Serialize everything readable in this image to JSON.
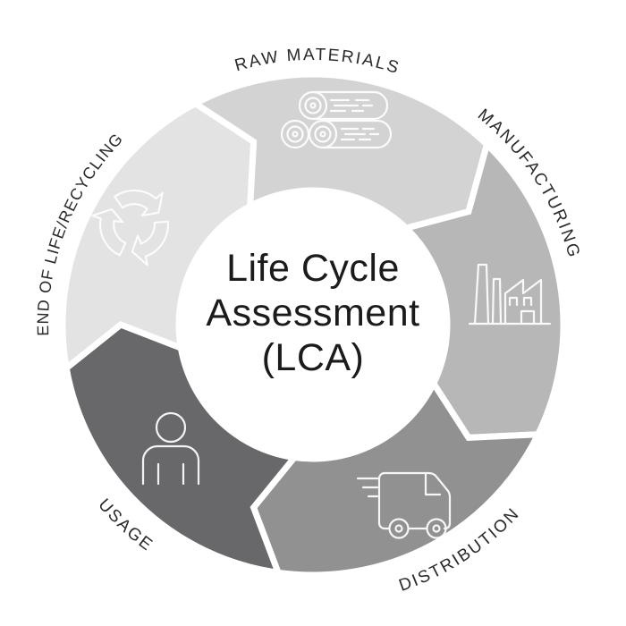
{
  "title": {
    "line1": "Life Cycle",
    "line2": "Assessment",
    "line3": "(LCA)"
  },
  "diagram": {
    "type": "cycle",
    "direction": "clockwise",
    "background_color": "#ffffff",
    "text_color": "#1b1b1b",
    "label_color": "#2a2a2a",
    "icon_color": "#ffffff",
    "stages": [
      {
        "label": "RAW MATERIALS",
        "icon": "logs-icon",
        "color": "#d3d3d4"
      },
      {
        "label": "MANUFACTURING",
        "icon": "factory-icon",
        "color": "#b7b7b8"
      },
      {
        "label": "DISTRIBUTION",
        "icon": "truck-icon",
        "color": "#919192"
      },
      {
        "label": "USAGE",
        "icon": "person-icon",
        "color": "#68686a"
      },
      {
        "label": "END OF LIFE/RECYCLING",
        "icon": "recycle-icon",
        "color": "#e3e3e4"
      }
    ]
  }
}
